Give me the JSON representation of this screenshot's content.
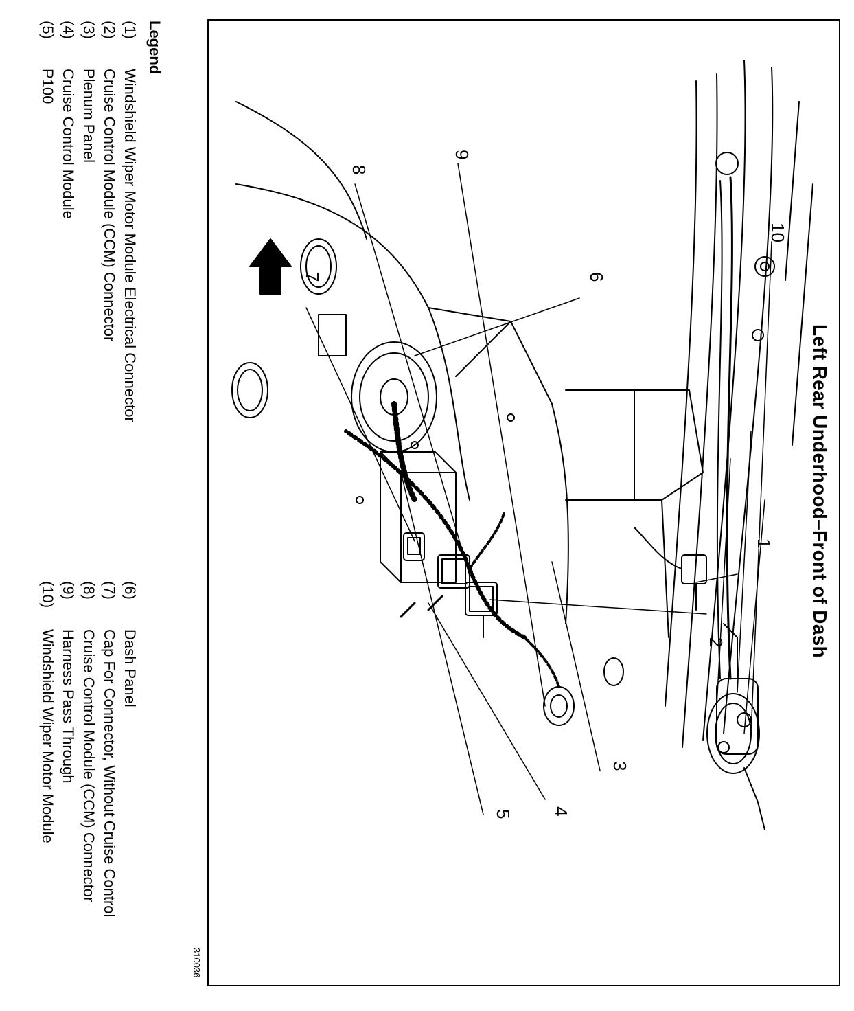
{
  "title": "Left Rear Underhood–Front of Dash",
  "figure_id": "310036",
  "legend": {
    "heading": "Legend",
    "items": [
      {
        "num": "(1)",
        "text": "Windshield Wiper Motor Module Electrical Connector"
      },
      {
        "num": "(2)",
        "text": "Cruise Control Module (CCM) Connector"
      },
      {
        "num": "(3)",
        "text": "Plenum Panel"
      },
      {
        "num": "(4)",
        "text": "Cruise Control Module"
      },
      {
        "num": "(5)",
        "text": "P100"
      },
      {
        "num": "(6)",
        "text": "Dash Panel"
      },
      {
        "num": "(7)",
        "text": "Cap For Connector, Without Cruise Control"
      },
      {
        "num": "(8)",
        "text": "Cruise Control Module (CCM) Connector"
      },
      {
        "num": "(9)",
        "text": "Harness Pass Through"
      },
      {
        "num": "(10)",
        "text": "Windshield Wiper Motor Module"
      }
    ]
  },
  "callouts": [
    "1",
    "2",
    "3",
    "4",
    "5",
    "6",
    "7",
    "8",
    "9",
    "10"
  ]
}
